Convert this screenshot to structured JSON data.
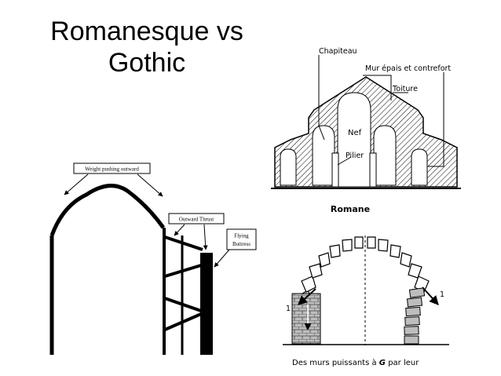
{
  "slide": {
    "title_line1": "Romanesque vs",
    "title_line2": "Gothic"
  },
  "gothic_diagram": {
    "labels": {
      "weight": "Weight pushing outward",
      "outward": "Outward Thrust",
      "flying_line1": "Flying",
      "flying_line2": "Buttress"
    }
  },
  "romane_diagram": {
    "labels": {
      "chapiteau": "Chapiteau",
      "mur": "Mur épais et contrefort",
      "toiture": "Toiture",
      "nef": "Nef",
      "pilier": "Pilier",
      "romane": "Romane"
    }
  },
  "arch_diagram": {
    "labels": {
      "force_left": "1",
      "force_right": "1",
      "caption_pre": "Des murs puissants à ",
      "caption_g": "G",
      "caption_post": " par leur"
    }
  }
}
